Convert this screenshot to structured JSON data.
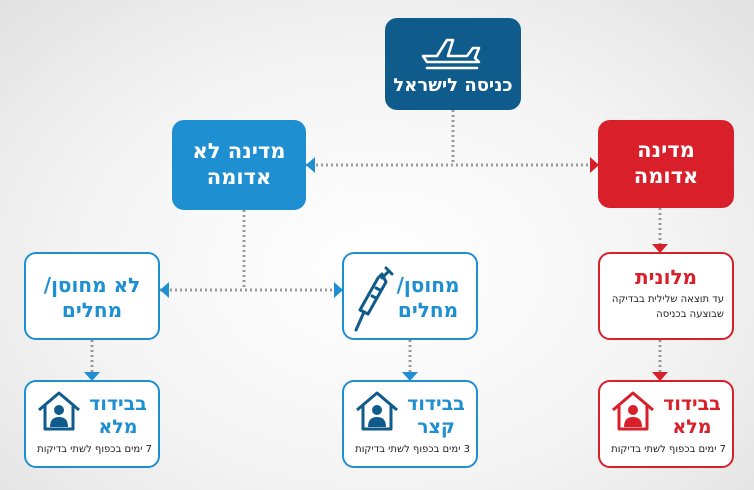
{
  "entry": {
    "label": "כניסה לישראל",
    "icon": "airplane-icon"
  },
  "red_country": {
    "line1": "מדינה",
    "line2": "אדומה"
  },
  "non_red_country": {
    "line1": "מדינה לא",
    "line2": "אדומה"
  },
  "hotel": {
    "title": "מלונית",
    "desc_line1": "עד תוצאה שלילית בבדיקה",
    "desc_line2": "שבוצעה בכניסה",
    "icon": "hotel-icon"
  },
  "vaccinated": {
    "line1": "מחוסן/",
    "line2": "מחלים",
    "icon": "syringe-icon"
  },
  "not_vaccinated": {
    "line1": "לא מחוסן/",
    "line2": "מחלים"
  },
  "full_iso_red": {
    "line1": "בבידוד",
    "line2": "מלא",
    "note": "7 ימים בכפוף לשתי בדיקות",
    "icon": "house-person-icon"
  },
  "short_iso": {
    "line1": "בבידוד",
    "line2": "קצר",
    "note": "3 ימים בכפוף לשתי בדיקות",
    "icon": "house-person-icon"
  },
  "full_iso_blue": {
    "line1": "בבידוד",
    "line2": "מלא",
    "note": "7 ימים בכפוף לשתי בדיקות",
    "icon": "house-person-icon"
  },
  "colors": {
    "navy": "#0f5b8c",
    "blue": "#1e8fd0",
    "red": "#d91f2a",
    "connector": "#9a9a9a"
  }
}
